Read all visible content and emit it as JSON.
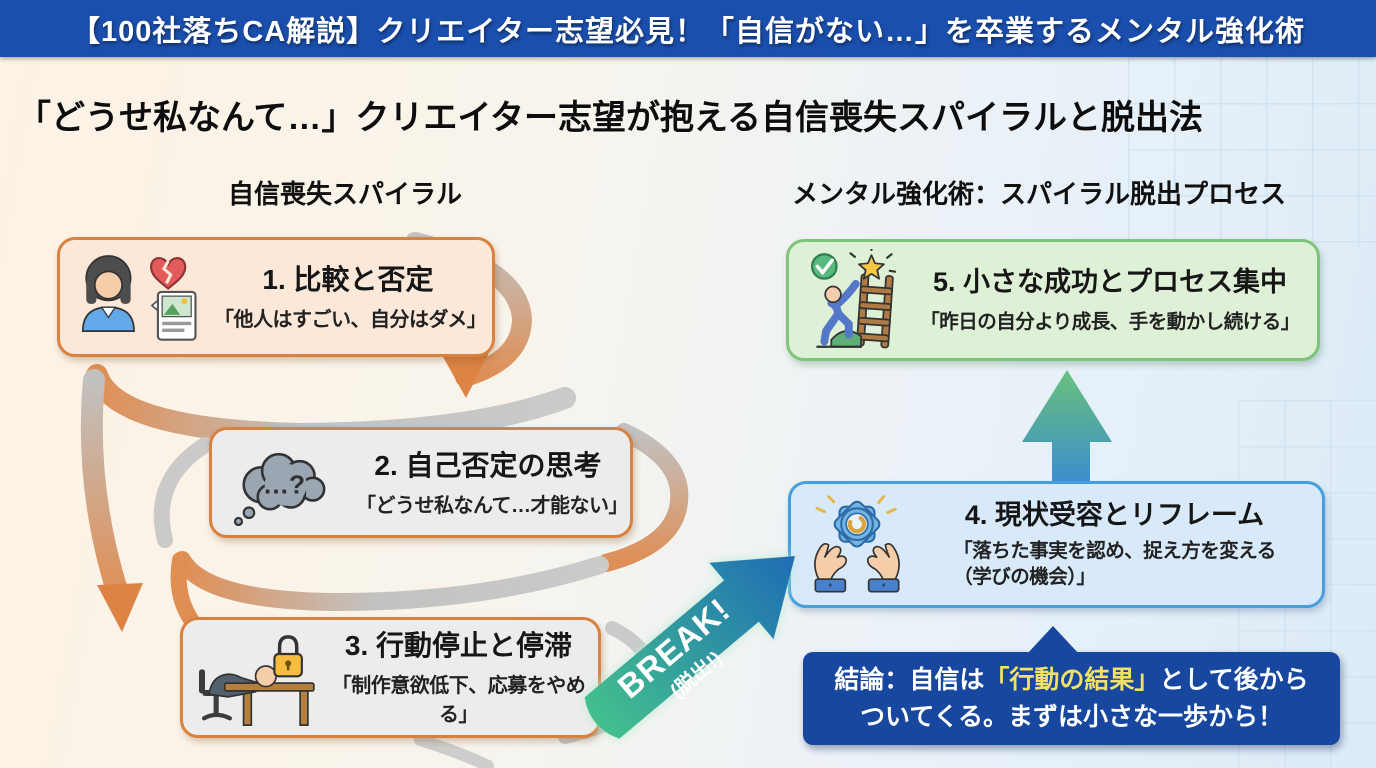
{
  "header_bar": {
    "title": "【100社落ちCA解説】クリエイター志望必見！「自信がない…」を卒業するメンタル強化術"
  },
  "main_title": "「どうせ私なんて…」クリエイター志望が抱える自信喪失スパイラルと脱出法",
  "sections": {
    "left_heading": "自信喪失スパイラル",
    "right_heading": "メンタル強化術：スパイラル脱出プロセス"
  },
  "spiral_steps": [
    {
      "title": "1. 比較と否定",
      "quote": "「他人はすごい、自分はダメ」",
      "icon": "woman-comparison-icon"
    },
    {
      "title": "2. 自己否定の思考",
      "quote": "「どうせ私なんて…才能ない」",
      "icon": "thought-cloud-icon",
      "icon_text": "…?"
    },
    {
      "title": "3. 行動停止と停滞",
      "quote": "「制作意欲低下、応募をやめる」",
      "icon": "locked-slumped-person-icon"
    }
  ],
  "process_steps": [
    {
      "title": "5. 小さな成功とプロセス集中",
      "quote": "「昨日の自分より成長、手を動かし続ける」",
      "icon": "ladder-star-icon"
    },
    {
      "title": "4. 現状受容とリフレーム",
      "quote_line1": "「落ちた事実を認め、捉え方を変える",
      "quote_line2": "（学びの機会）」",
      "icon": "hands-gear-icon"
    }
  ],
  "break_arrow": {
    "label": "BREAK!",
    "sublabel": "(脱出!)"
  },
  "conclusion": {
    "prefix": "結論：自信は",
    "highlight": "「行動の結果」",
    "suffix": "として後から",
    "line2": "ついてくる。まずは小さな一歩から！"
  },
  "colors": {
    "header_bg": "#1b4fad",
    "spiral_orange": "#dd8445",
    "spiral_gray": "#bcbcbc",
    "card_peach_bg": "#fbe8d9",
    "card_gray_bg": "#ececec",
    "card_green_bg": "#def0d6",
    "card_blue_bg": "#d8e9fa",
    "border_orange": "#d9813f",
    "border_green": "#7ec57a",
    "border_blue": "#44a0dc",
    "break_gradient_start": "#43c08d",
    "break_gradient_end": "#1e6db4",
    "conclusion_bg": "#17479e",
    "conclusion_highlight": "#f2e169"
  }
}
